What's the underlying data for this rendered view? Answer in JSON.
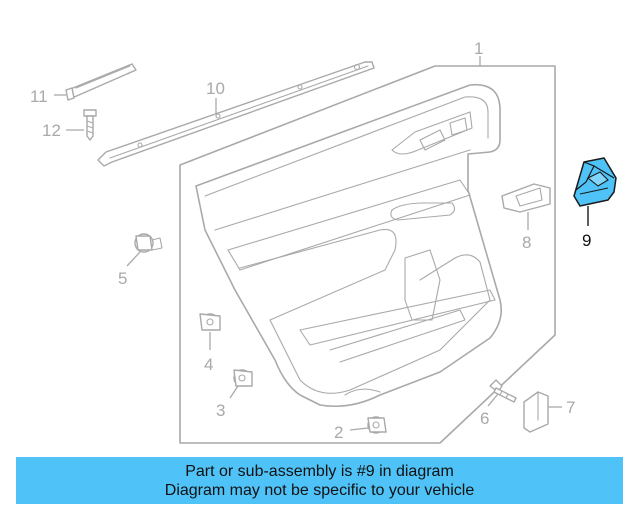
{
  "diagram": {
    "highlight_color": "#4fc3f7",
    "line_color": "#a9a9a9",
    "callouts": {
      "c1": "1",
      "c2": "2",
      "c3": "3",
      "c4": "4",
      "c5": "5",
      "c6": "6",
      "c7": "7",
      "c8": "8",
      "c9": "9",
      "c10": "10",
      "c11": "11",
      "c12": "12"
    }
  },
  "banner": {
    "background": "#4fc3f7",
    "line1": "Part or sub-assembly is #9 in diagram",
    "line2": "Diagram may not be specific to your vehicle"
  }
}
